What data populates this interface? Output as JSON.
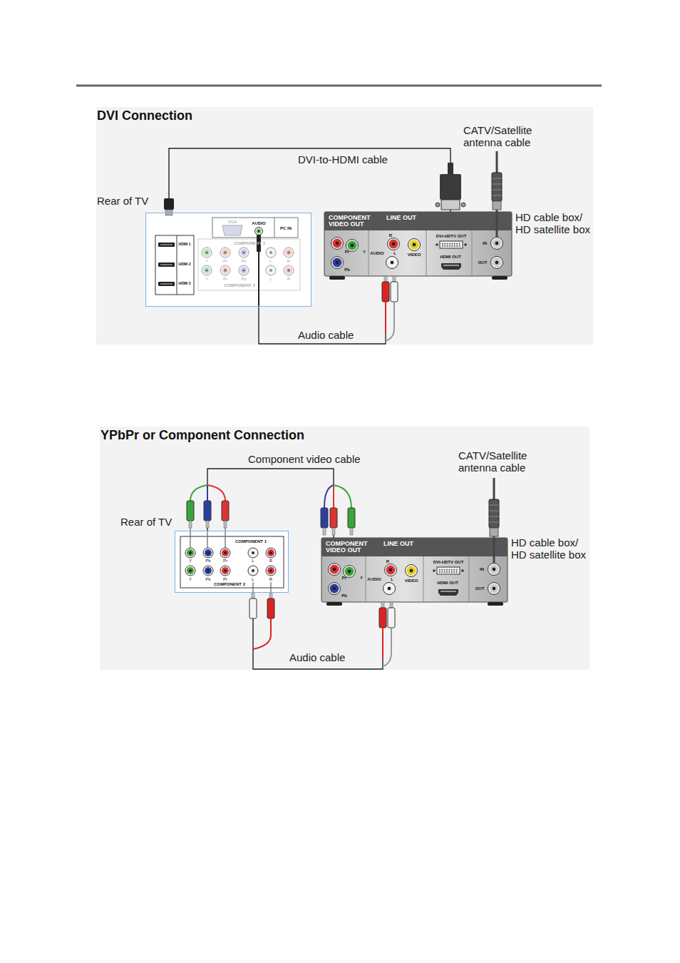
{
  "diagram": {
    "nodes": [
      {
        "text": [
          "DVI Connection"
        ]
      },
      {
        "text": [
          "Rear of TV"
        ],
        "in": 0
      },
      {
        "text": [
          "HD cable box/ HD satellite box"
        ],
        "in": 0
      },
      {
        "text": [
          "YPbPr or Component Connection"
        ]
      },
      {
        "text": [
          "Rear of TV"
        ],
        "in": 3
      },
      {
        "text": [
          "HD cable box/ HD satellite box"
        ],
        "in": 3
      }
    ],
    "edges": [
      {
        "from": 1,
        "to": 2,
        "arrow": "none",
        "label": "DVI-to-HDMI cable"
      },
      {
        "from": 1,
        "to": 2,
        "arrow": "none",
        "label": "Audio cable"
      },
      {
        "from": 4,
        "to": 5,
        "arrow": "none",
        "label": "Component video cable"
      },
      {
        "from": 4,
        "to": 5,
        "arrow": "none",
        "label": "Audio cable"
      }
    ],
    "labels": [
      "CATV/Satellite antenna cable",
      "VGA",
      "AUDIO",
      "PC IN",
      "HDMI 1",
      "HDMI 2",
      "HDMI 3",
      "COMPONENT 1",
      "Y",
      "Pr",
      "Pb",
      "L",
      "R",
      "Y",
      "Pr",
      "Pb",
      "L",
      "R",
      "COMPONENT 2",
      "COMPONENT VIDEO OUT",
      "LINE OUT",
      "Pr",
      "Y",
      "Pb",
      "R",
      "AUDIO",
      "L",
      "VIDEO",
      "DVI-HDTV OUT",
      "HDMI OUT",
      "IN",
      "OUT",
      "CATV/Satellite antenna cable",
      "COMPONENT 1",
      "Y",
      "Pb",
      "Pr",
      "L",
      "R",
      "Y",
      "Pb",
      "Pr",
      "L",
      "R",
      "COMPONENT 2",
      "COMPONENT VIDEO OUT",
      "LINE OUT",
      "Pr",
      "Y",
      "Pb",
      "R",
      "AUDIO",
      "L",
      "VIDEO",
      "DVI-HDTV OUT",
      "HDMI OUT",
      "IN",
      "OUT"
    ]
  }
}
